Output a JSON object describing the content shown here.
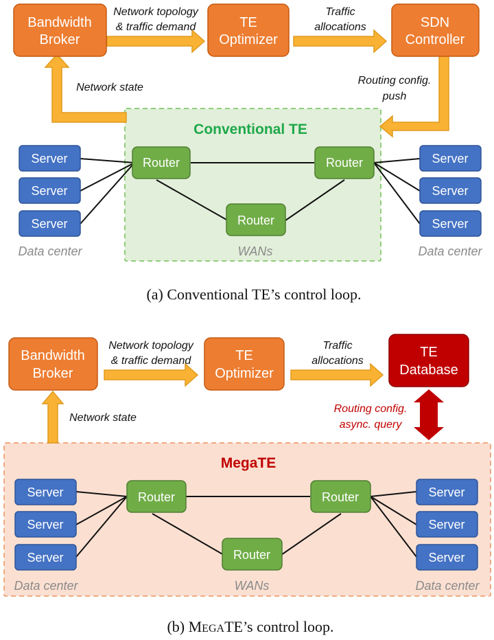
{
  "top": {
    "broker": [
      "Bandwidth",
      "Broker"
    ],
    "optimizer": [
      "TE",
      "Optimizer"
    ],
    "controller": [
      "SDN",
      "Controller"
    ],
    "edge1": [
      "Network topology",
      "& traffic demand"
    ],
    "edge2": [
      "Traffic",
      "allocations"
    ],
    "edge3": [
      "Routing config.",
      "push"
    ],
    "edge_state": "Network state",
    "region_title": "Conventional TE",
    "router": "Router",
    "server": "Server",
    "dc": "Data center",
    "wans": "WANs",
    "caption": "(a)  Conventional TE’s control loop."
  },
  "bottom": {
    "broker": [
      "Bandwidth",
      "Broker"
    ],
    "optimizer": [
      "TE",
      "Optimizer"
    ],
    "database": [
      "TE",
      "Database"
    ],
    "edge1": [
      "Network topology",
      "& traffic demand"
    ],
    "edge2": [
      "Traffic",
      "allocations"
    ],
    "edge3": [
      "Routing config.",
      "async. query"
    ],
    "edge_state": "Network state",
    "region_title": "MegaTE",
    "router": "Router",
    "server": "Server",
    "dc": "Data center",
    "wans": "WANs",
    "caption_prefix": "(b)  M",
    "caption_small": "EGA",
    "caption_suffix": "TE’s control loop."
  },
  "colors": {
    "orange": "#ed7d31",
    "green_box": "#70ad47",
    "blue_box": "#4472c4",
    "dark_red": "#c00000",
    "arrow": "#f9b233",
    "region_green": "#e2efda",
    "region_pink": "#fbe0d2"
  }
}
